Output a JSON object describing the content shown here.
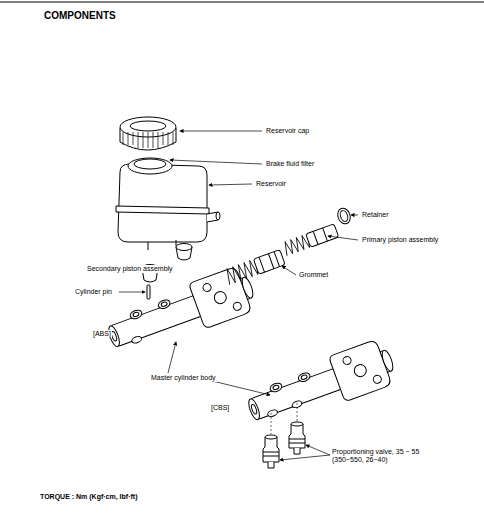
{
  "diagram": {
    "title": "COMPONENTS",
    "caption": "TORQUE : Nm (Kgf·cm, lbf·ft)",
    "labels": [
      "Reservoir cap",
      "Brake fluid filter",
      "Reservoir",
      "Retainer",
      "Primary piston assembly",
      "Grommet",
      "Secondary piston assembly",
      "Cylinder pin",
      "[ABS]",
      "Master cylinder body",
      "[CBS]",
      "Proportioning valve, 35 ~ 55 (350~550, 26~40)"
    ]
  }
}
